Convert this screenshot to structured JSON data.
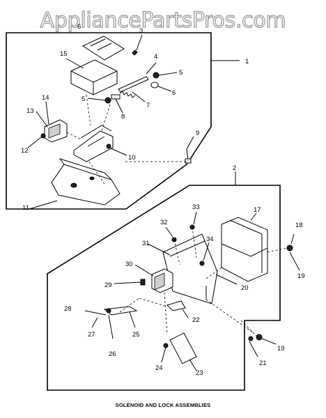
{
  "watermark": "AppliancePartsPros.com",
  "caption": "SOLENOID AND LOCK ASSEMBLIES",
  "callouts": [
    "1",
    "2",
    "3",
    "4",
    "5",
    "5",
    "6",
    "6",
    "7",
    "8",
    "9",
    "10",
    "11",
    "12",
    "13",
    "14",
    "15",
    "17",
    "18",
    "19",
    "19",
    "20",
    "21",
    "22",
    "23",
    "24",
    "25",
    "26",
    "27",
    "28",
    "29",
    "30",
    "31",
    "32",
    "33",
    "34"
  ]
}
